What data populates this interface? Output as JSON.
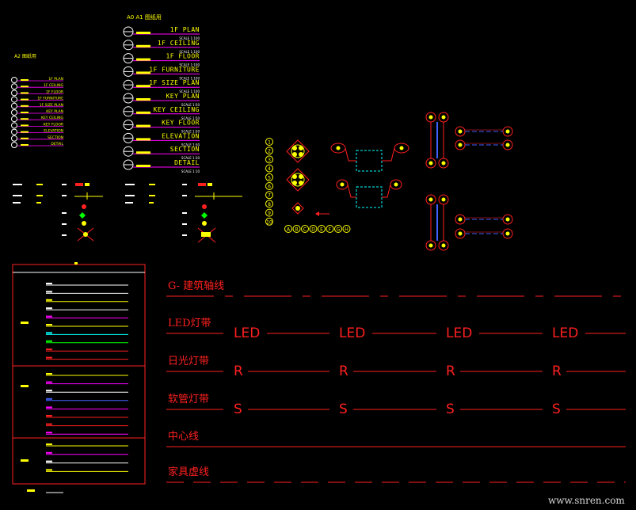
{
  "a0a1": {
    "heading": "A0  A1 图纸用",
    "rows": [
      {
        "name": "1F PLAN",
        "scale": "SCALE 1:100"
      },
      {
        "name": "1F CEILING",
        "scale": "SCALE 1:100"
      },
      {
        "name": "1F FLOOR",
        "scale": "SCALE 1:100"
      },
      {
        "name": "1F FURNITURE",
        "scale": "SCALE 1:100"
      },
      {
        "name": "1F SIZE PLAN",
        "scale": "SCALE 1:100"
      },
      {
        "name": "KEY PLAN",
        "scale": "SCALE 1:50"
      },
      {
        "name": "KEY CEILING",
        "scale": "SCALE 1:50"
      },
      {
        "name": "KEY FLOOR",
        "scale": "SCALE 1:50"
      },
      {
        "name": "ELEVATION",
        "scale": "SCALE 1:30"
      },
      {
        "name": "SECTION",
        "scale": "SCALE 1:30"
      },
      {
        "name": "DETAIL",
        "scale": "SCALE 1:10"
      }
    ]
  },
  "a2": {
    "heading": "A2 图纸用",
    "rows": [
      "1F PLAN",
      "1F CEILING",
      "1F FLOOR",
      "1F FURNITURE",
      "1F SIZE PLAN",
      "KEY PLAN",
      "KEY CEILING",
      "KEY FLOOR",
      "ELEVATION",
      "SECTION",
      "DETAIL"
    ]
  },
  "number_column": [
    "1",
    "2",
    "3",
    "4",
    "5",
    "6",
    "7",
    "8",
    "9",
    "10"
  ],
  "letter_row": [
    "A",
    "B",
    "C",
    "D",
    "E",
    "F",
    "G",
    "H"
  ],
  "linetypes": [
    {
      "label": "G- 建筑轴线",
      "pattern": "",
      "color": "#ff2020"
    },
    {
      "label": "LED灯带",
      "pattern": "LED",
      "color": "#ff2020"
    },
    {
      "label": "日光灯带",
      "pattern": "R",
      "color": "#ff2020"
    },
    {
      "label": "软管灯带",
      "pattern": "S",
      "color": "#ff2020"
    },
    {
      "label": "中心线",
      "pattern": "",
      "color": "#ff2020"
    },
    {
      "label": "家具虚线",
      "pattern": "",
      "color": "#ff2020"
    }
  ],
  "watermark": "www.snren.com",
  "colors": {
    "yellow": "#ffff00",
    "magenta": "#ff00ff",
    "red": "#ff2020",
    "cyan": "#00ffff",
    "white": "#ffffff",
    "green": "#00ff00",
    "blue": "#4060ff"
  }
}
